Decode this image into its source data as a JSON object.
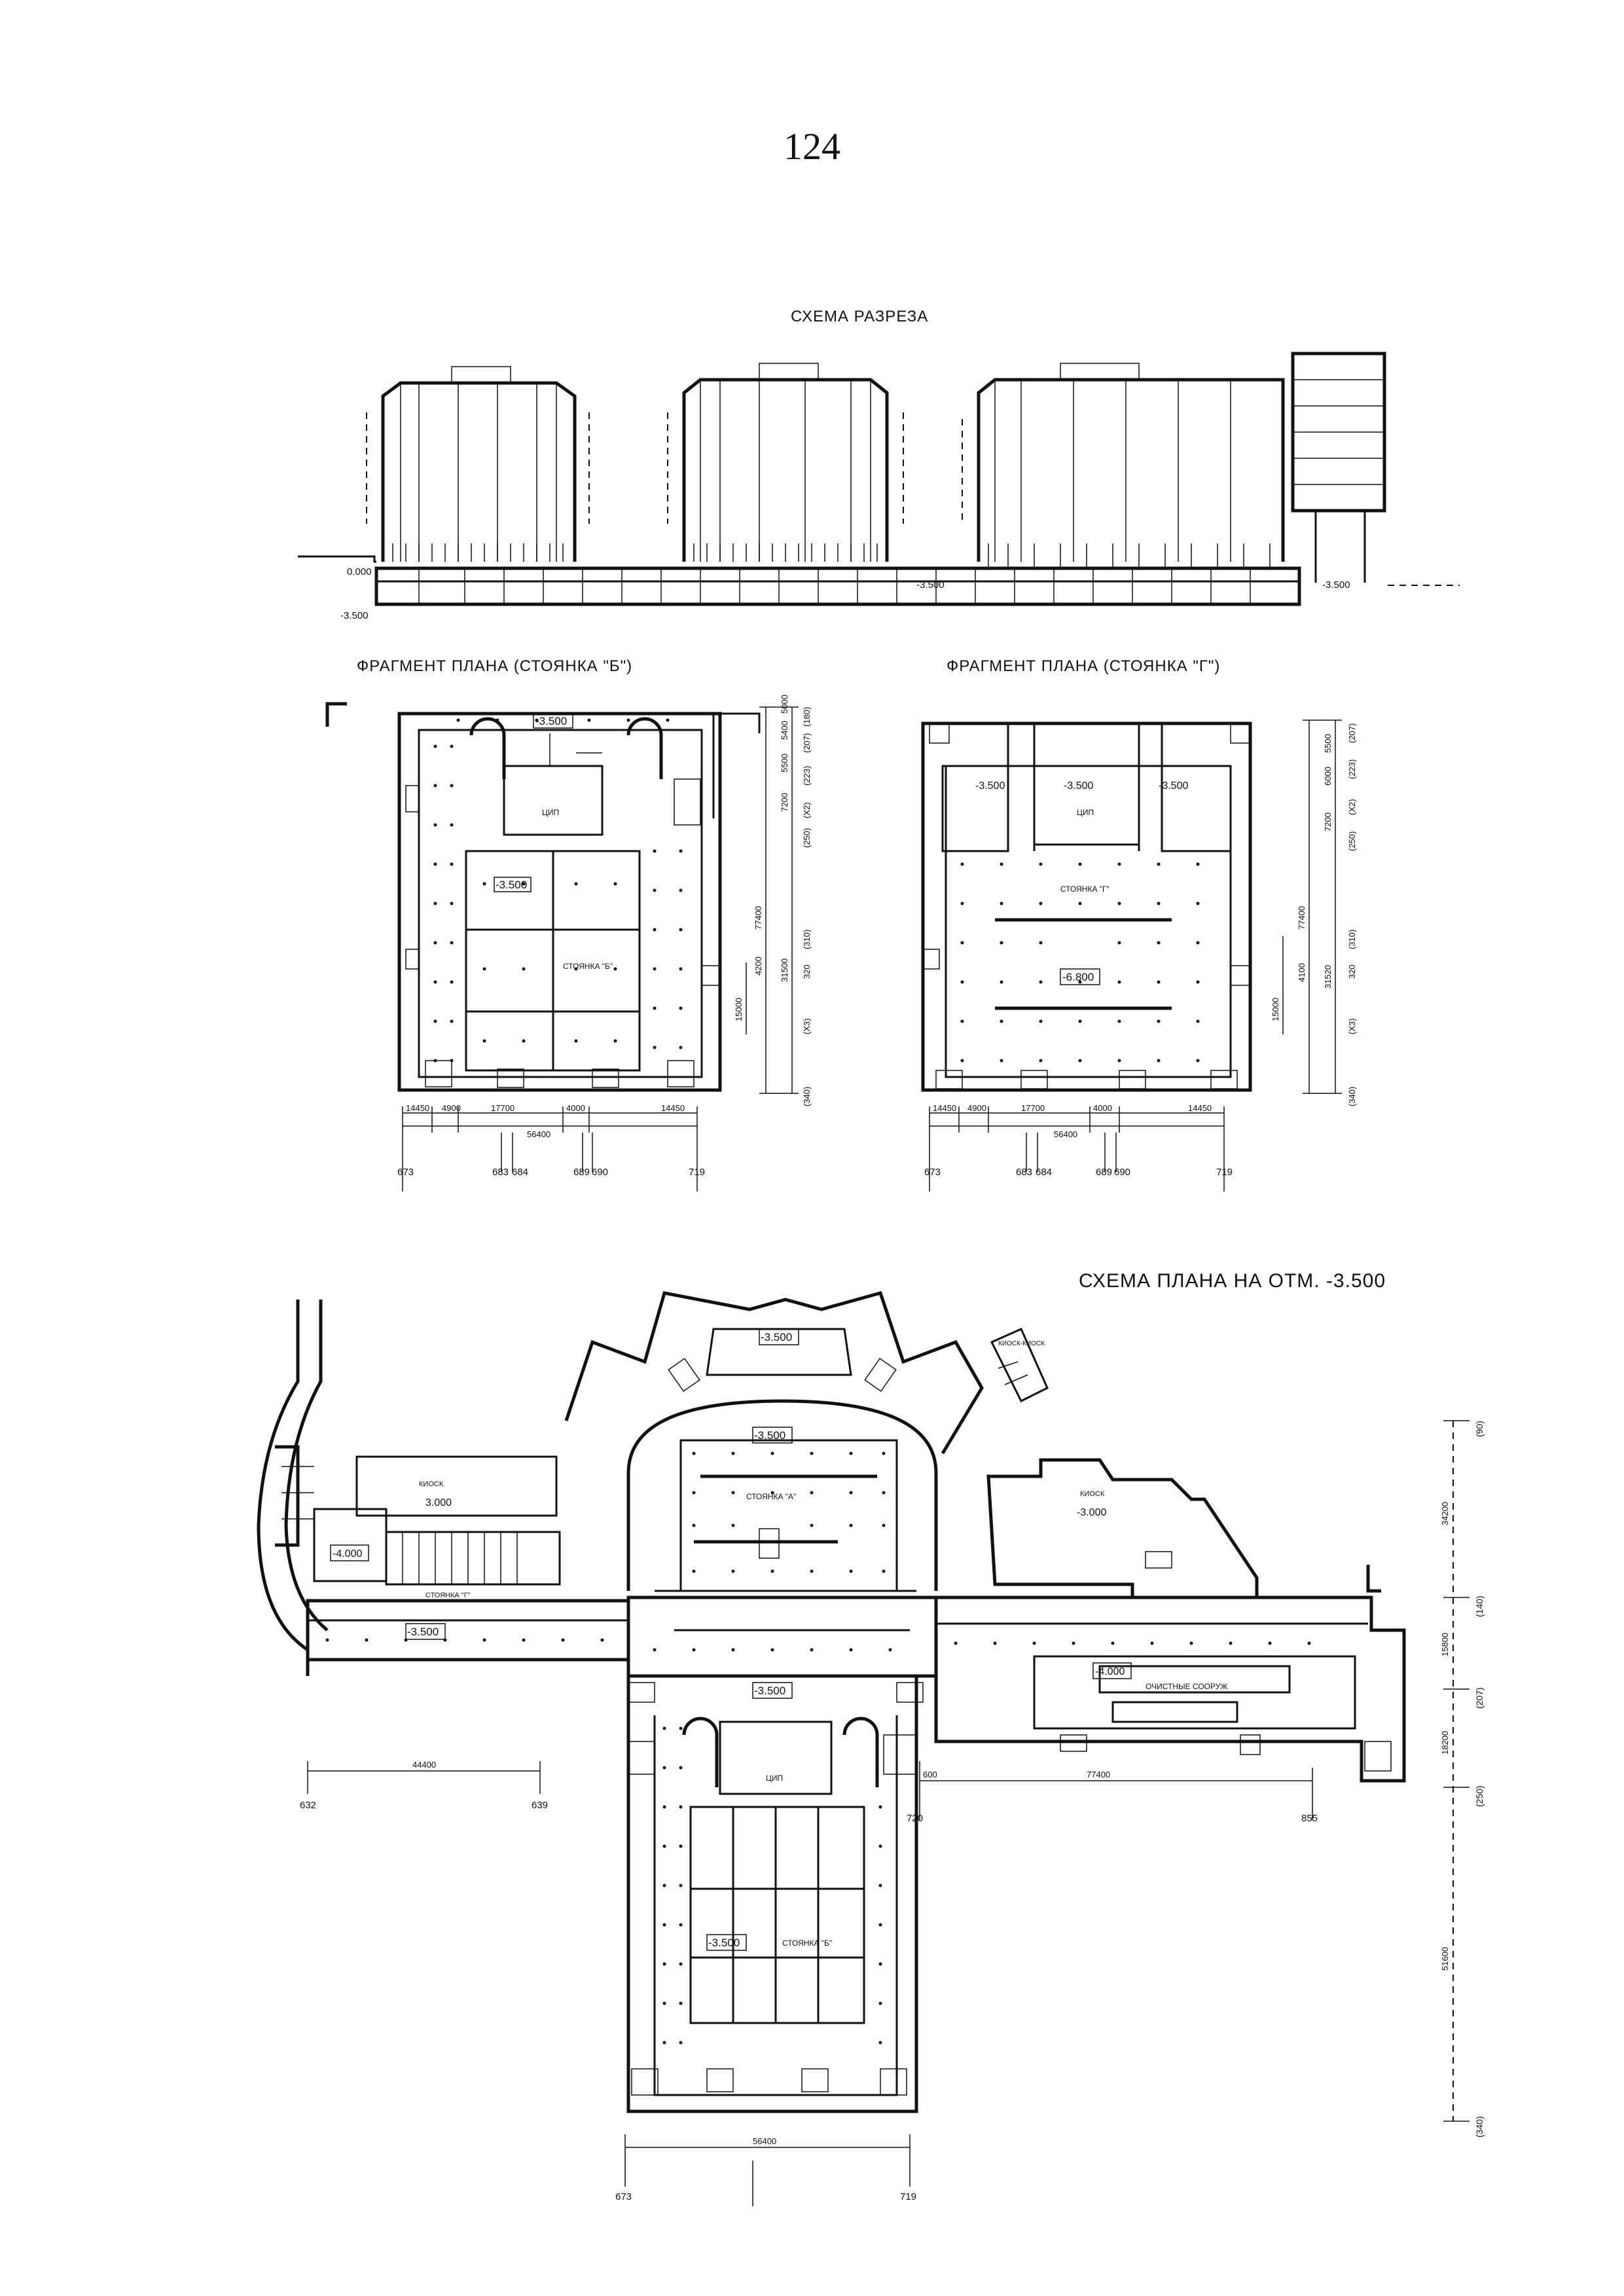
{
  "page": {
    "number": "124"
  },
  "section": {
    "title": "СХЕМА РАЗРЕЗА",
    "levels": [
      "0.000",
      "-3.500",
      "-3.500",
      "-3.500"
    ]
  },
  "plan_b": {
    "title": "ФРАГМЕНТ ПЛАНА (СТОЯНКА \"Б\")",
    "labels": [
      "-3.500",
      "ЦИП",
      "-3.500",
      "СТОЯНКА \"Б\""
    ],
    "dims_bottom": [
      "14450",
      "4900",
      "17700",
      "4000",
      "14450"
    ],
    "dim_total": "56400",
    "axes_bottom": [
      "673",
      "683",
      "684",
      "689",
      "690",
      "719"
    ],
    "dims_right": [
      "7200",
      "5500",
      "5400",
      "5000",
      "77400",
      "31500",
      "15000",
      "4200"
    ],
    "axes_right": [
      "(180)",
      "(207)",
      "(223)",
      "(X2)",
      "(250)",
      "320",
      "(310)",
      "(X3)",
      "(340)"
    ]
  },
  "plan_g": {
    "title": "ФРАГМЕНТ ПЛАНА (СТОЯНКА \"Г\")",
    "labels": [
      "-3.500",
      "-3.500",
      "-3.500",
      "ЦИП",
      "СТОЯНКА \"Г\"",
      "-6.800"
    ],
    "dims_bottom": [
      "14450",
      "4900",
      "17700",
      "4000",
      "14450"
    ],
    "dim_total": "56400",
    "axes_bottom": [
      "673",
      "683",
      "684",
      "689",
      "690",
      "719"
    ],
    "dims_right": [
      "7200",
      "6000",
      "5500",
      "77400",
      "31520",
      "15000",
      "4100"
    ],
    "axes_right": [
      "(207)",
      "(223)",
      "(X2)",
      "(250)",
      "320",
      "(310)",
      "(X3)",
      "(340)"
    ]
  },
  "main_plan": {
    "title": "СХЕМА ПЛАНА НА ОТМ. -3.500",
    "labels": {
      "top": "-3.500",
      "a_level": "-3.500",
      "a_name": "СТОЯНКА \"А\"",
      "left_block": "КИОСК",
      "left_level": "3.000",
      "left_small": "-4.000",
      "g_name": "СТОЯНКА \"Г\"",
      "corridor_left": "-3.500",
      "right_block": "КИОСК",
      "right_level": "-3.000",
      "right_small": "-4.000",
      "treatment": "ОЧИСТНЫЕ СООРУЖ",
      "center": "-3.500",
      "cip": "ЦИП",
      "b_level": "-3.500",
      "b_name": "СТОЯНКА \"Б\"",
      "kiosk_top": "КИОСК-КИОСК"
    },
    "dims": {
      "left": "44400",
      "left_axes": [
        "632",
        "639"
      ],
      "mid_a": "600",
      "mid_b": "77400",
      "mid_axes": [
        "720",
        "855"
      ],
      "bottom": "56400",
      "bottom_axes": [
        "673",
        "719"
      ],
      "right": [
        "34200",
        "15800",
        "18200",
        "51600"
      ],
      "right_axes": [
        "(90)",
        "(140)",
        "(207)",
        "(250)",
        "(340)"
      ]
    }
  }
}
